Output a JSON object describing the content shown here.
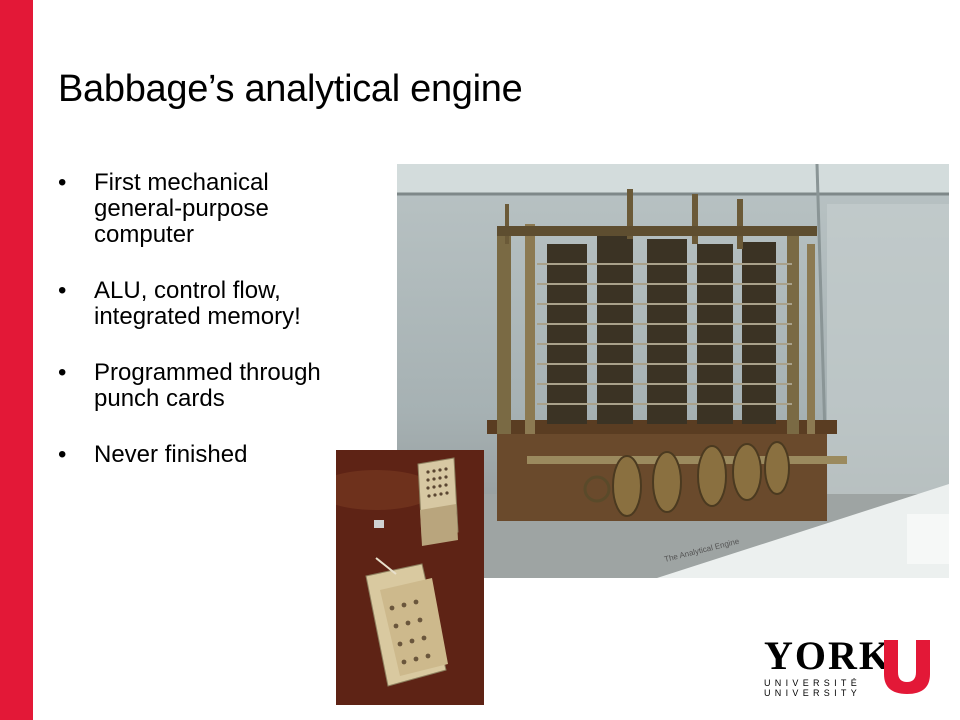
{
  "slide": {
    "title": "Babbage’s analytical engine",
    "accent_color": "#e31837",
    "bullets": [
      "First mechanical general-purpose computer",
      "ALU, control flow, integrated memory!",
      "Programmed through punch cards",
      "Never finished"
    ],
    "bullet_glyph": "•"
  },
  "photos": {
    "engine": {
      "caption": "The Analytical Engine"
    },
    "cards": {}
  },
  "logo": {
    "word": "YORK",
    "line_fr": "UNIVERSITÉ",
    "line_en": "UNIVERSITY",
    "color": "#e31837"
  }
}
